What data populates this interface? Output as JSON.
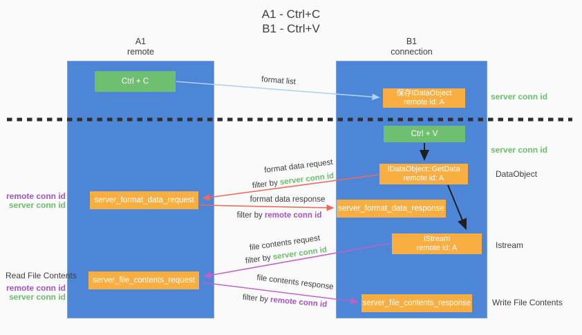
{
  "title": {
    "line1": "A1 - Ctrl+C",
    "line2": "B1 - Ctrl+V"
  },
  "lanes": {
    "left": {
      "name": "A1",
      "role": "remote"
    },
    "right": {
      "name": "B1",
      "role": "connection"
    }
  },
  "nodes": {
    "ctrl_c": {
      "label": "Ctrl + C"
    },
    "save_idataobject": {
      "line1": "保存IDataObject",
      "line2": "remote id: A"
    },
    "ctrl_v": {
      "label": "Ctrl + V"
    },
    "getdata": {
      "line1": "IDataObject::GetData",
      "line2": "remote id: A"
    },
    "server_format_data_request": {
      "label": "server_format_data_request"
    },
    "server_format_data_response": {
      "label": "server_format_data_response"
    },
    "istream": {
      "line1": "IStream",
      "line2": "remote id: A"
    },
    "server_file_contents_request": {
      "label": "server_file_contents_request"
    },
    "server_file_contents_response": {
      "label": "server_file_contents_response"
    }
  },
  "edge_labels": {
    "format_list": "format list",
    "format_data_request": "format data request",
    "format_data_request_filter_prefix": "filter by ",
    "format_data_request_filter_key": "server conn id",
    "format_data_response": "format data response",
    "format_data_response_filter_prefix": "filter by ",
    "format_data_response_filter_key": "remote conn id",
    "file_contents_request": "file contents request",
    "file_contents_request_filter_prefix": "filter by ",
    "file_contents_request_filter_key": "server conn id",
    "file_contents_response": "file contents response",
    "file_contents_response_filter_prefix": "filter by ",
    "file_contents_response_filter_key": "remote conn id"
  },
  "side_labels": {
    "server_conn_id_top": "server conn id",
    "server_conn_id_mid": "server conn id",
    "dataobject": "DataObject",
    "istream": "Istream",
    "write_file_contents": "Write File Contents",
    "read_file_contents": "Read File Contents",
    "remote_conn_id_left_top": "remote conn id",
    "server_conn_id_left_top": "server conn id",
    "remote_conn_id_left_bottom": "remote conn id",
    "server_conn_id_left_bottom": "server conn id"
  },
  "colors": {
    "lane_blue": "#4d86d6",
    "box_green": "#6ebf70",
    "box_orange": "#f9ae42",
    "text_green": "#6abf69",
    "text_purple": "#a653c8",
    "arrow_red": "#f2695c",
    "arrow_magenta": "#c45fc8",
    "arrow_lightblue": "#abd3f3",
    "arrow_black": "#1f1f1f"
  }
}
